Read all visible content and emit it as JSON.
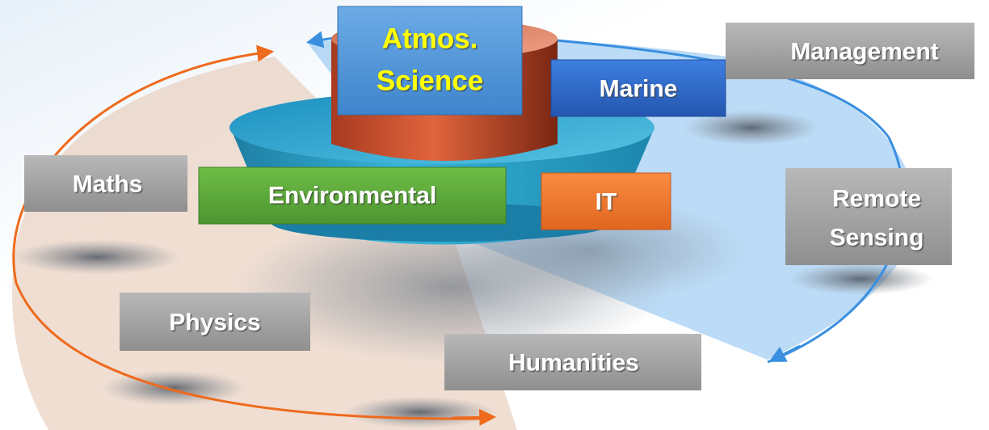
{
  "center": {
    "top_label_line1": "Atmos.",
    "top_label_line2": "Science",
    "marine": "Marine",
    "environmental": "Environmental",
    "it": "IT"
  },
  "outer": {
    "management": "Management",
    "maths": "Maths",
    "remote_line1": "Remote",
    "remote_line2": "Sensing",
    "physics": "Physics",
    "humanities": "Humanities"
  },
  "colors": {
    "atmos_box": "#4f93d6",
    "atmos_text": "#ffff00",
    "marine_box": "#2f67c8",
    "environmental_box": "#5ea83b",
    "it_box": "#f07a30",
    "outer_box": "#a3a3a3",
    "orange_arrow": "#ee6a1c",
    "blue_arrow": "#3a8fe0",
    "cylinder_red": "#c84a2a",
    "disc_teal": "#2c9fc6"
  }
}
